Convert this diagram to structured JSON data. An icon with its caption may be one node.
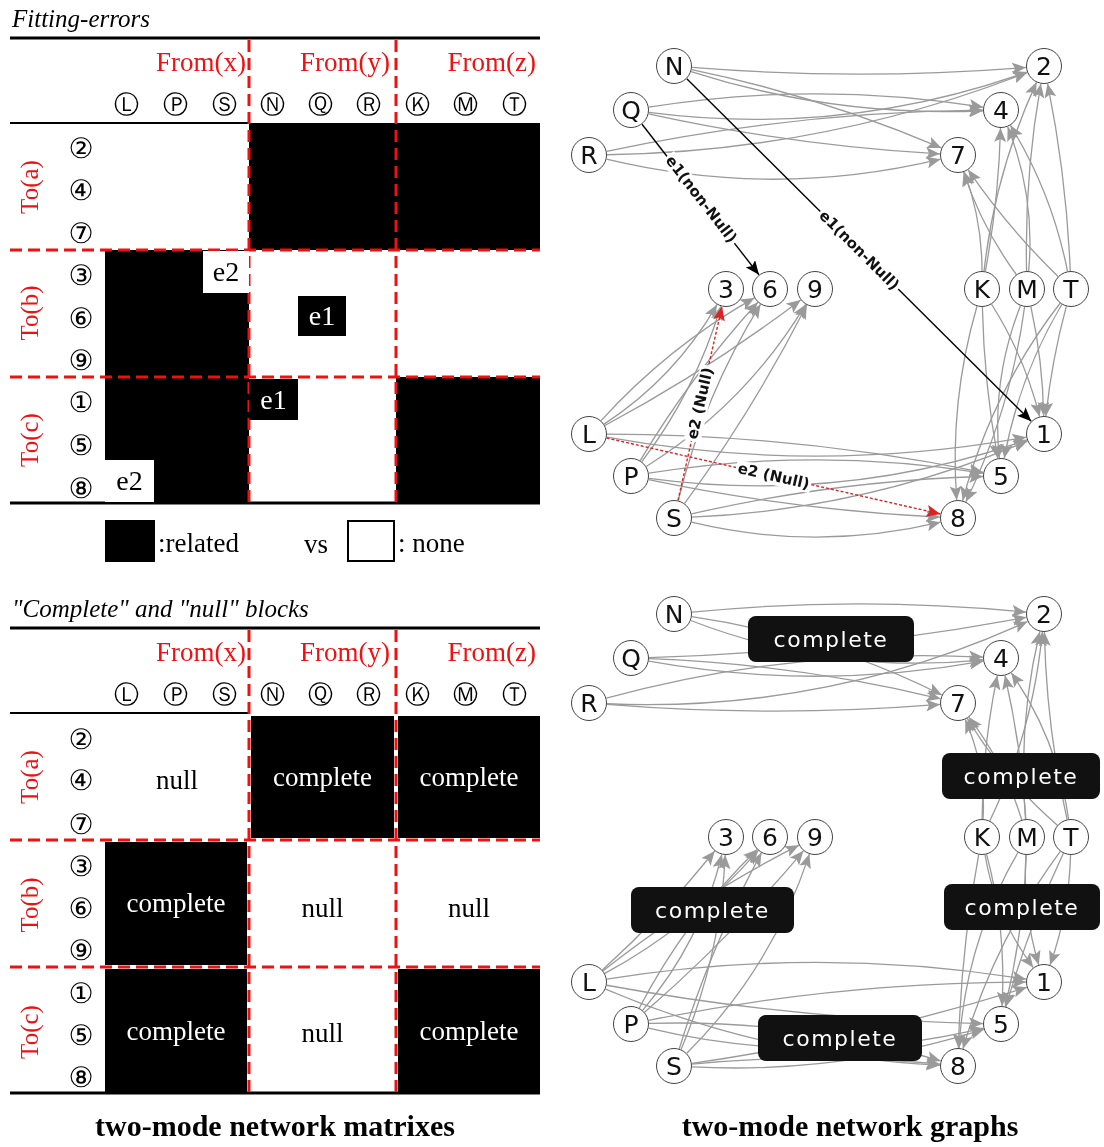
{
  "diagram": {
    "nodes": [
      {
        "text": [
          "N"
        ]
      },
      {
        "text": [
          "Q"
        ]
      },
      {
        "text": [
          "R"
        ]
      },
      {
        "text": [
          "2"
        ]
      },
      {
        "text": [
          "4"
        ]
      },
      {
        "text": [
          "7"
        ]
      },
      {
        "text": [
          "3"
        ]
      },
      {
        "text": [
          "6"
        ]
      },
      {
        "text": [
          "9"
        ]
      },
      {
        "text": [
          "K"
        ]
      },
      {
        "text": [
          "M"
        ]
      },
      {
        "text": [
          "T"
        ]
      },
      {
        "text": [
          "L"
        ]
      },
      {
        "text": [
          "P"
        ]
      },
      {
        "text": [
          "S"
        ]
      },
      {
        "text": [
          "1"
        ]
      },
      {
        "text": [
          "5"
        ]
      },
      {
        "text": [
          "8"
        ]
      },
      {
        "text": [
          "N"
        ]
      },
      {
        "text": [
          "Q"
        ]
      },
      {
        "text": [
          "R"
        ]
      },
      {
        "text": [
          "2"
        ]
      },
      {
        "text": [
          "4"
        ]
      },
      {
        "text": [
          "7"
        ]
      },
      {
        "text": [
          "3"
        ]
      },
      {
        "text": [
          "6"
        ]
      },
      {
        "text": [
          "9"
        ]
      },
      {
        "text": [
          "K"
        ]
      },
      {
        "text": [
          "M"
        ]
      },
      {
        "text": [
          "T"
        ]
      },
      {
        "text": [
          "L"
        ]
      },
      {
        "text": [
          "P"
        ]
      },
      {
        "text": [
          "S"
        ]
      },
      {
        "text": [
          "1"
        ]
      },
      {
        "text": [
          "5"
        ]
      },
      {
        "text": [
          "8"
        ]
      }
    ],
    "edges": [
      {
        "from": 0,
        "to": 3,
        "arrow": "to"
      },
      {
        "from": 0,
        "to": 4,
        "arrow": "to"
      },
      {
        "from": 0,
        "to": 5,
        "arrow": "to"
      },
      {
        "from": 1,
        "to": 3,
        "arrow": "to"
      },
      {
        "from": 1,
        "to": 4,
        "arrow": "to"
      },
      {
        "from": 1,
        "to": 5,
        "arrow": "to"
      },
      {
        "from": 2,
        "to": 3,
        "arrow": "to"
      },
      {
        "from": 2,
        "to": 4,
        "arrow": "to"
      },
      {
        "from": 2,
        "to": 5,
        "arrow": "to"
      },
      {
        "from": 9,
        "to": 3,
        "arrow": "to"
      },
      {
        "from": 9,
        "to": 4,
        "arrow": "to"
      },
      {
        "from": 9,
        "to": 5,
        "arrow": "to"
      },
      {
        "from": 10,
        "to": 3,
        "arrow": "to"
      },
      {
        "from": 10,
        "to": 4,
        "arrow": "to"
      },
      {
        "from": 10,
        "to": 5,
        "arrow": "to"
      },
      {
        "from": 11,
        "to": 3,
        "arrow": "to"
      },
      {
        "from": 11,
        "to": 4,
        "arrow": "to"
      },
      {
        "from": 11,
        "to": 5,
        "arrow": "to"
      },
      {
        "from": 12,
        "to": 6,
        "arrow": "to"
      },
      {
        "from": 12,
        "to": 7,
        "arrow": "to"
      },
      {
        "from": 12,
        "to": 8,
        "arrow": "to"
      },
      {
        "from": 13,
        "to": 6,
        "arrow": "to"
      },
      {
        "from": 13,
        "to": 7,
        "arrow": "to"
      },
      {
        "from": 13,
        "to": 8,
        "arrow": "to"
      },
      {
        "from": 14,
        "to": 7,
        "arrow": "to"
      },
      {
        "from": 14,
        "to": 8,
        "arrow": "to"
      },
      {
        "from": 12,
        "to": 15,
        "arrow": "to"
      },
      {
        "from": 12,
        "to": 16,
        "arrow": "to"
      },
      {
        "from": 13,
        "to": 15,
        "arrow": "to"
      },
      {
        "from": 13,
        "to": 16,
        "arrow": "to"
      },
      {
        "from": 13,
        "to": 17,
        "arrow": "to"
      },
      {
        "from": 14,
        "to": 15,
        "arrow": "to"
      },
      {
        "from": 14,
        "to": 16,
        "arrow": "to"
      },
      {
        "from": 14,
        "to": 17,
        "arrow": "to"
      },
      {
        "from": 9,
        "to": 15,
        "arrow": "to"
      },
      {
        "from": 9,
        "to": 16,
        "arrow": "to"
      },
      {
        "from": 9,
        "to": 17,
        "arrow": "to"
      },
      {
        "from": 10,
        "to": 15,
        "arrow": "to"
      },
      {
        "from": 10,
        "to": 16,
        "arrow": "to"
      },
      {
        "from": 10,
        "to": 17,
        "arrow": "to"
      },
      {
        "from": 11,
        "to": 15,
        "arrow": "to"
      },
      {
        "from": 11,
        "to": 16,
        "arrow": "to"
      },
      {
        "from": 11,
        "to": 17,
        "arrow": "to"
      },
      {
        "from": 1,
        "to": 7,
        "arrow": "to",
        "label": "e1(non-Null)",
        "color": "#000000"
      },
      {
        "from": 0,
        "to": 15,
        "arrow": "to",
        "label": "e1(non-Null)",
        "color": "#000000"
      },
      {
        "from": 14,
        "to": 6,
        "arrow": "to",
        "label": "e2 (Null)",
        "style": "dashed",
        "color": "#dd2222"
      },
      {
        "from": 12,
        "to": 17,
        "arrow": "to",
        "label": "e2 (Null)",
        "style": "dashed",
        "color": "#dd2222"
      },
      {
        "from": 18,
        "to": 21,
        "arrow": "to"
      },
      {
        "from": 18,
        "to": 22,
        "arrow": "to"
      },
      {
        "from": 18,
        "to": 23,
        "arrow": "to"
      },
      {
        "from": 19,
        "to": 21,
        "arrow": "to"
      },
      {
        "from": 19,
        "to": 22,
        "arrow": "to"
      },
      {
        "from": 19,
        "to": 23,
        "arrow": "to"
      },
      {
        "from": 20,
        "to": 21,
        "arrow": "to"
      },
      {
        "from": 20,
        "to": 22,
        "arrow": "to"
      },
      {
        "from": 20,
        "to": 23,
        "arrow": "to"
      },
      {
        "from": 27,
        "to": 21,
        "arrow": "to"
      },
      {
        "from": 27,
        "to": 22,
        "arrow": "to"
      },
      {
        "from": 27,
        "to": 23,
        "arrow": "to"
      },
      {
        "from": 28,
        "to": 21,
        "arrow": "to"
      },
      {
        "from": 28,
        "to": 22,
        "arrow": "to"
      },
      {
        "from": 28,
        "to": 23,
        "arrow": "to"
      },
      {
        "from": 29,
        "to": 21,
        "arrow": "to"
      },
      {
        "from": 29,
        "to": 22,
        "arrow": "to"
      },
      {
        "from": 29,
        "to": 23,
        "arrow": "to"
      },
      {
        "from": 30,
        "to": 24,
        "arrow": "to"
      },
      {
        "from": 30,
        "to": 25,
        "arrow": "to"
      },
      {
        "from": 30,
        "to": 26,
        "arrow": "to"
      },
      {
        "from": 31,
        "to": 24,
        "arrow": "to"
      },
      {
        "from": 31,
        "to": 25,
        "arrow": "to"
      },
      {
        "from": 31,
        "to": 26,
        "arrow": "to"
      },
      {
        "from": 32,
        "to": 24,
        "arrow": "to"
      },
      {
        "from": 32,
        "to": 25,
        "arrow": "to"
      },
      {
        "from": 32,
        "to": 26,
        "arrow": "to"
      },
      {
        "from": 30,
        "to": 33,
        "arrow": "to"
      },
      {
        "from": 30,
        "to": 34,
        "arrow": "to"
      },
      {
        "from": 30,
        "to": 35,
        "arrow": "to"
      },
      {
        "from": 31,
        "to": 33,
        "arrow": "to"
      },
      {
        "from": 31,
        "to": 34,
        "arrow": "to"
      },
      {
        "from": 31,
        "to": 35,
        "arrow": "to"
      },
      {
        "from": 32,
        "to": 33,
        "arrow": "to"
      },
      {
        "from": 32,
        "to": 34,
        "arrow": "to"
      },
      {
        "from": 32,
        "to": 35,
        "arrow": "to"
      },
      {
        "from": 27,
        "to": 33,
        "arrow": "to"
      },
      {
        "from": 27,
        "to": 34,
        "arrow": "to"
      },
      {
        "from": 27,
        "to": 35,
        "arrow": "to"
      },
      {
        "from": 28,
        "to": 33,
        "arrow": "to"
      },
      {
        "from": 28,
        "to": 34,
        "arrow": "to"
      },
      {
        "from": 28,
        "to": 35,
        "arrow": "to"
      },
      {
        "from": 29,
        "to": 33,
        "arrow": "to"
      },
      {
        "from": 29,
        "to": 34,
        "arrow": "to"
      },
      {
        "from": 29,
        "to": 35,
        "arrow": "to"
      }
    ],
    "labels": [
      "Fitting-errors",
      "From(x)",
      "From(y)",
      "From(z)",
      "Ⓛ",
      "Ⓟ",
      "Ⓢ",
      "Ⓝ",
      "Ⓠ",
      "Ⓡ",
      "Ⓚ",
      "Ⓜ",
      "Ⓣ",
      "To(a)",
      "②",
      "④",
      "⑦",
      "To(b)",
      "③",
      "e2",
      "⑥",
      "e1",
      "⑨",
      "To(c)",
      "①",
      "e1",
      "⑤",
      "⑧",
      "e2",
      "vs",
      "\"Complete\" and \"null\" blocks",
      "From(x)",
      "From(y)",
      "From(z)",
      "Ⓛ",
      "Ⓟ",
      "Ⓢ",
      "Ⓝ",
      "Ⓠ",
      "Ⓡ",
      "Ⓚ",
      "Ⓜ",
      "Ⓣ",
      "To(a)",
      "②",
      "④",
      "null",
      "complete",
      "complete",
      "⑦",
      "To(b)",
      "③",
      "⑥",
      "complete",
      "null",
      "null",
      "⑨",
      "To(c)",
      "①",
      "⑤",
      "complete",
      "null",
      "complete",
      "⑧",
      "complete",
      "complete",
      "complete",
      "complete",
      "complete",
      "two-mode network matrixes",
      "two-mode network graphs"
    ],
    "legend": [
      {
        "text": ":related",
        "color": "#000000"
      },
      {
        "text": ": none",
        "color": "#ffffff"
      }
    ]
  }
}
